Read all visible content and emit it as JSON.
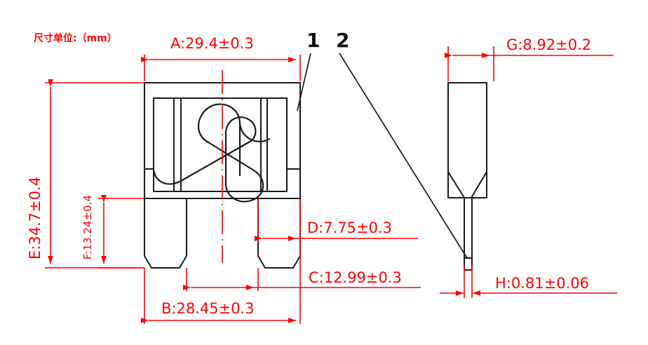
{
  "title": "Automotive Blade Fuse Dimensional Drawing",
  "note": {
    "unit_label": "尺寸单位:（mm）"
  },
  "callouts": [
    {
      "id": "1",
      "label": "1"
    },
    {
      "id": "2",
      "label": "2"
    }
  ],
  "dimensions": {
    "A": {
      "key": "A",
      "text": "A:29.4±0.3",
      "value": 29.4,
      "tolerance": 0.3,
      "unit": "mm",
      "orientation": "horizontal",
      "view": "front",
      "feature": "body width"
    },
    "B": {
      "key": "B",
      "text": "B:28.45±0.3",
      "value": 28.45,
      "tolerance": 0.3,
      "unit": "mm",
      "orientation": "horizontal",
      "view": "front",
      "feature": "overall terminal span"
    },
    "C": {
      "key": "C",
      "text": "C:12.99±0.3",
      "value": 12.99,
      "tolerance": 0.3,
      "unit": "mm",
      "orientation": "horizontal",
      "view": "front",
      "feature": "terminal gap"
    },
    "D": {
      "key": "D",
      "text": "D:7.75±0.3",
      "value": 7.75,
      "tolerance": 0.3,
      "unit": "mm",
      "orientation": "horizontal",
      "view": "front",
      "feature": "terminal width"
    },
    "E": {
      "key": "E",
      "text": "E:34.7±0.4",
      "value": 34.7,
      "tolerance": 0.4,
      "unit": "mm",
      "orientation": "vertical",
      "view": "front",
      "feature": "overall height"
    },
    "F": {
      "key": "F",
      "text": "F:13.24±0.4",
      "value": 13.24,
      "tolerance": 0.4,
      "unit": "mm",
      "orientation": "vertical",
      "view": "front",
      "feature": "terminal length"
    },
    "G": {
      "key": "G",
      "text": "G:8.92±0.2",
      "value": 8.92,
      "tolerance": 0.2,
      "unit": "mm",
      "orientation": "horizontal",
      "view": "side",
      "feature": "body thickness"
    },
    "H": {
      "key": "H",
      "text": "H:0.81±0.06",
      "value": 0.81,
      "tolerance": 0.06,
      "unit": "mm",
      "orientation": "horizontal",
      "view": "side",
      "feature": "blade thickness"
    }
  },
  "colors": {
    "dimension": "#ff0000",
    "part_outline": "#1a1a1a",
    "background": "#ffffff",
    "callout": "#111111"
  },
  "views": [
    {
      "name": "front-view",
      "label": "front"
    },
    {
      "name": "side-view",
      "label": "side"
    }
  ]
}
